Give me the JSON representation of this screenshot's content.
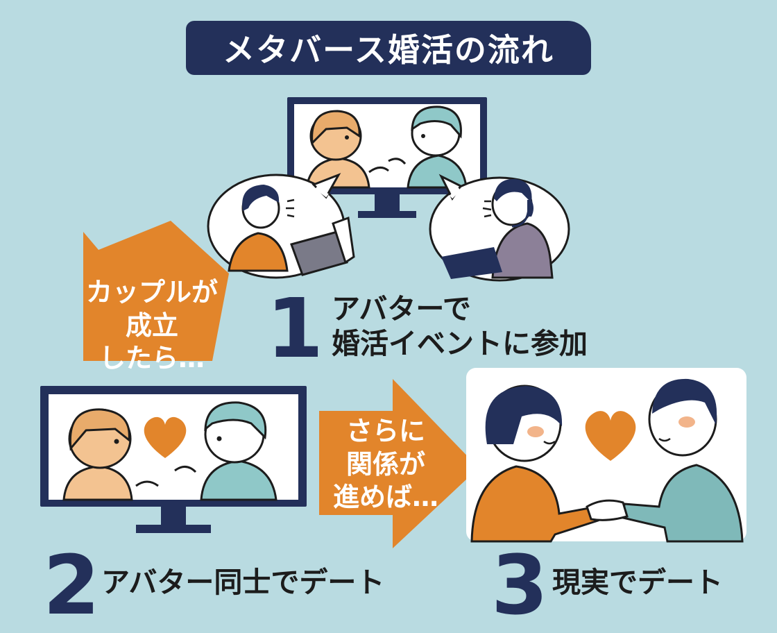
{
  "title": "メタバース婚活の流れ",
  "steps": [
    {
      "number": "1",
      "label_line1": "アバターで",
      "label_line2": "婚活イベントに参加"
    },
    {
      "number": "2",
      "label": "アバター同士でデート"
    },
    {
      "number": "3",
      "label": "現実でデート"
    }
  ],
  "transitions": [
    {
      "line1": "カップルが",
      "line2": "成立",
      "line3": "したら…"
    },
    {
      "line1": "さらに",
      "line2": "関係が",
      "line3": "進めば…"
    }
  ],
  "colors": {
    "background": "#b9dbe1",
    "navy": "#23305a",
    "orange": "#e2852b",
    "heart": "#e2852b",
    "teal_shirt": "#7fb9b9",
    "skin": "#f3c391"
  }
}
